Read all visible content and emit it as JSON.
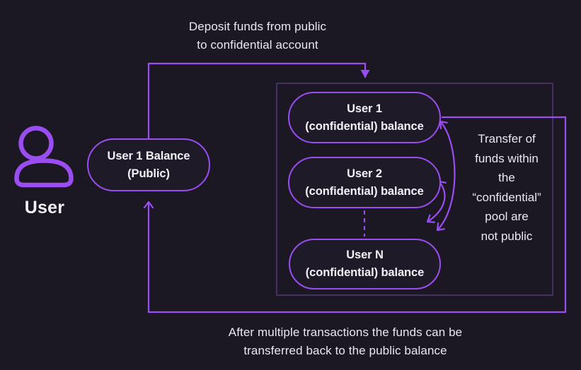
{
  "colors": {
    "background": "#1c1823",
    "accent": "#9a4df0",
    "frame": "#463061",
    "text": "#eae7f0",
    "pill_text": "#f3f0f8",
    "pill_fill": "#1f1a28"
  },
  "actor": {
    "label": "User",
    "icon": "user-icon"
  },
  "public_account": {
    "label": "User 1 Balance\n(Public)"
  },
  "deposit_caption": "Deposit funds from public\nto confidential account",
  "withdraw_caption": "After multiple transactions the funds can be\ntransferred back to the public balance",
  "confidential_pool": {
    "accounts": [
      {
        "label": "User 1\n(confidential) balance"
      },
      {
        "label": "User 2\n(confidential) balance"
      },
      {
        "label": "User N\n(confidential) balance"
      }
    ],
    "note": "Transfer of\nfunds within\nthe\n“confidential”\npool are\nnot public"
  }
}
